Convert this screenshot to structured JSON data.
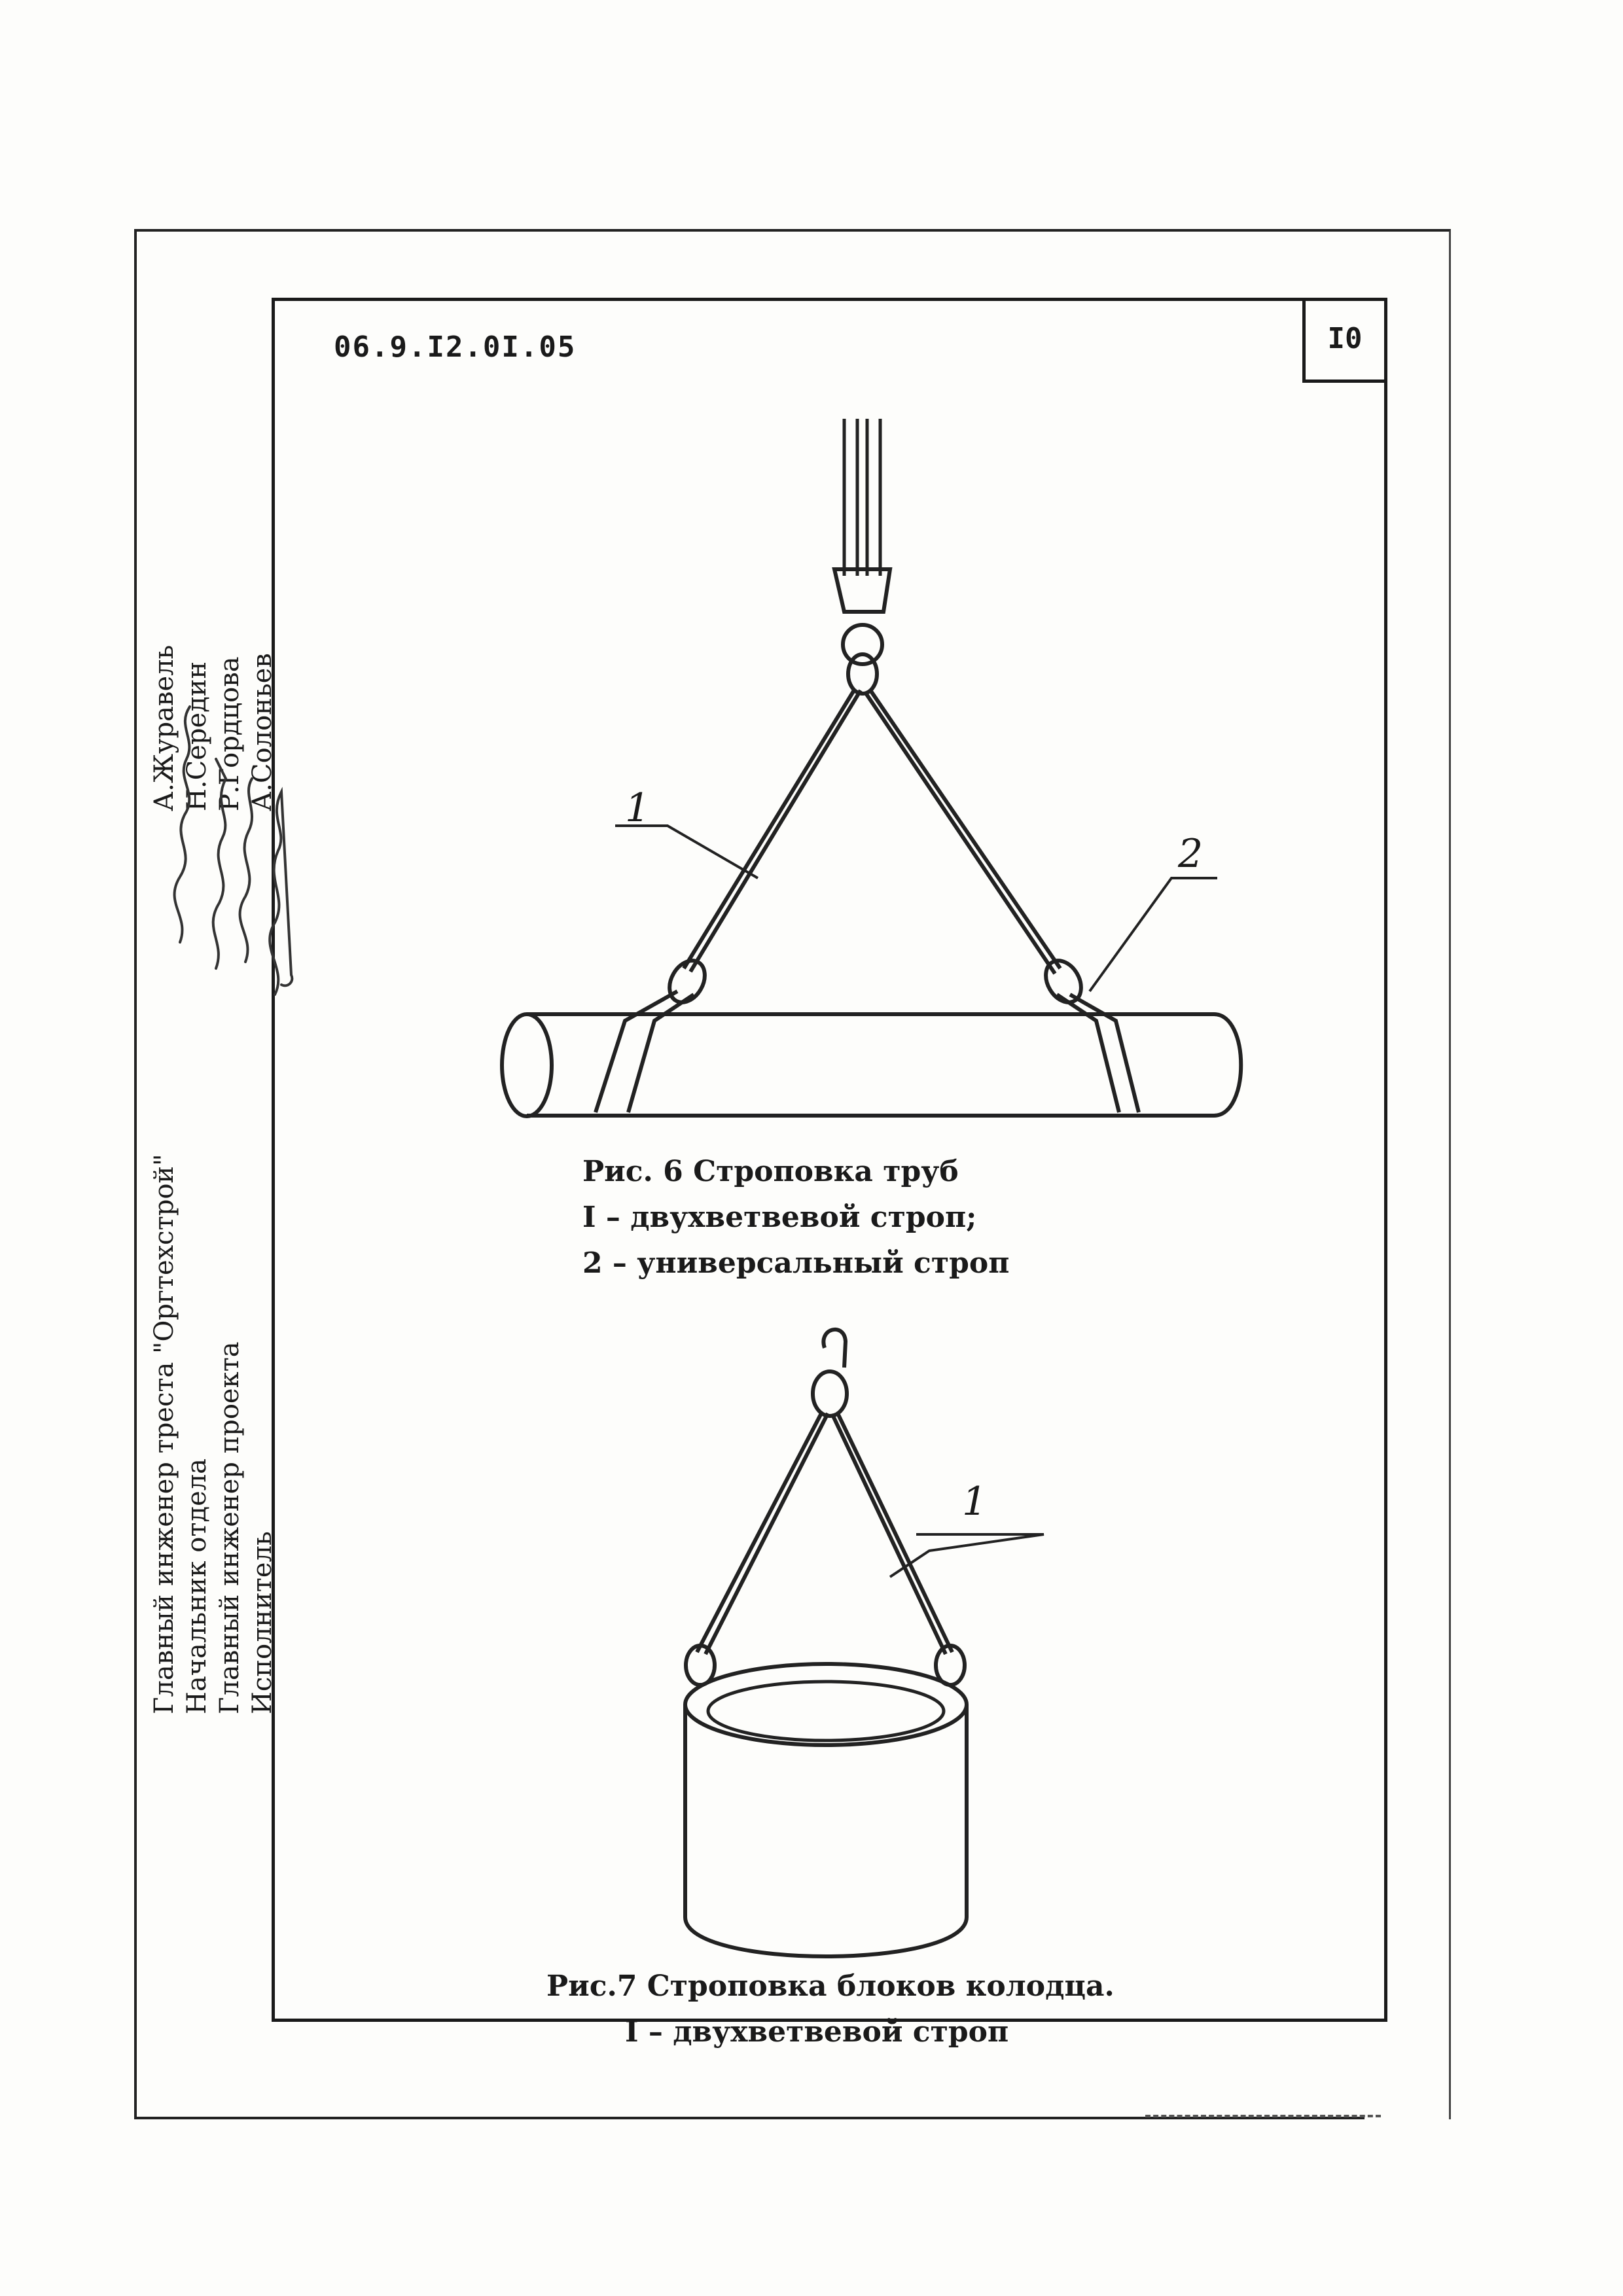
{
  "document": {
    "code": "06.9.I2.0I.05",
    "page_number": "I0"
  },
  "stamp": {
    "rows": [
      {
        "role": "Главный инженер треста \"Оргтехстрой\"",
        "name": "А.Журавель"
      },
      {
        "role": "Начальник отдела",
        "name": "Н.Середин"
      },
      {
        "role": "Главный инженер проекта",
        "name": "Р.Гордцова"
      },
      {
        "role": "Исполнитель",
        "name": "А.Солоньев"
      }
    ]
  },
  "figure6": {
    "label_1": "1",
    "label_2": "2",
    "caption_title": "Рис. 6  Строповка труб",
    "caption_line1": "I – двухветвевой строп;",
    "caption_line2": "2 – универсальный строп"
  },
  "figure7": {
    "label_1": "1",
    "caption_title": "Рис.7  Строповка блоков колодца.",
    "caption_line1": "I – двухветвевой строп"
  }
}
